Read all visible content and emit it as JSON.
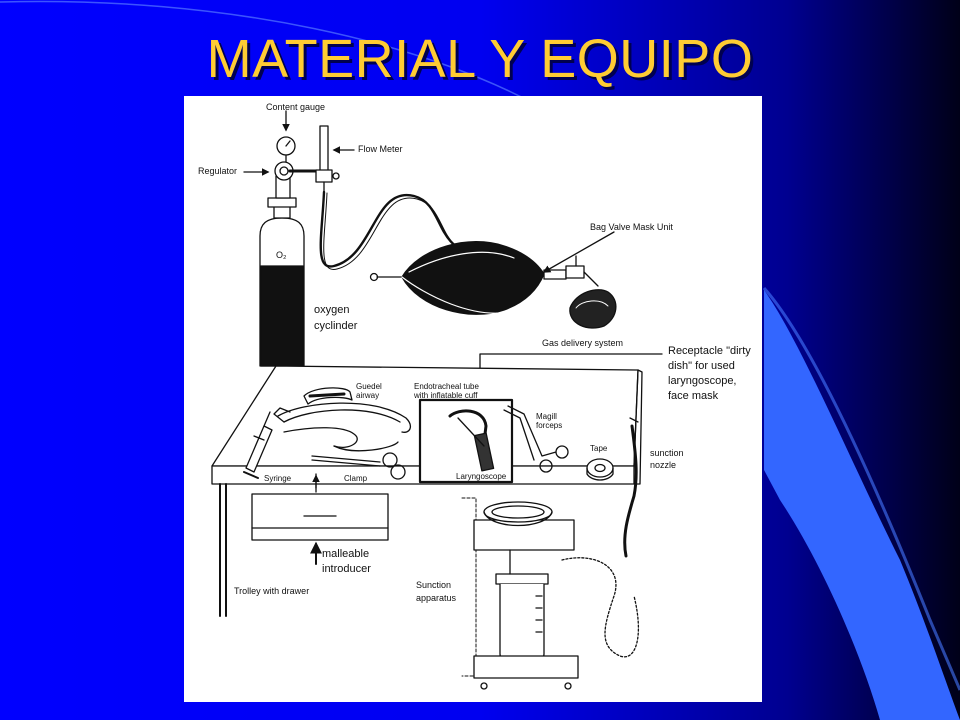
{
  "slide": {
    "title": "MATERIAL Y EQUIPO",
    "colors": {
      "background": "#0000ff",
      "title": "#ffcc33",
      "accent": "#3366ff"
    }
  },
  "diagram": {
    "labels": {
      "content_gauge": "Content gauge",
      "flow_meter": "Flow Meter",
      "regulator": "Regulator",
      "o2": "O₂",
      "oxygen_cylinder": [
        "oxygen",
        "cyclinder"
      ],
      "bag_valve_mask_unit": "Bag Valve Mask Unit",
      "gas_delivery_system": "Gas delivery system",
      "receptacle": [
        "Receptacle  \"dirty",
        "dish\" for used",
        "laryngoscope,",
        "face mask"
      ],
      "guedel_airway": [
        "Guedel",
        "airway"
      ],
      "endotracheal_tube": [
        "Endotracheal tube",
        "with inflatable cuff"
      ],
      "magill_forceps": [
        "Magill",
        "forceps"
      ],
      "tape": "Tape",
      "suction_nozzle": [
        "sunction",
        "nozzle"
      ],
      "syringe": "Syringe",
      "clamp": "Clamp",
      "laryngoscope": "Laryngoscope",
      "malleable_introducer": [
        "malleable",
        "introducer"
      ],
      "trolley_with_drawer": "Trolley with drawer",
      "suction_apparatus": [
        "Sunction",
        "apparatus"
      ]
    }
  }
}
